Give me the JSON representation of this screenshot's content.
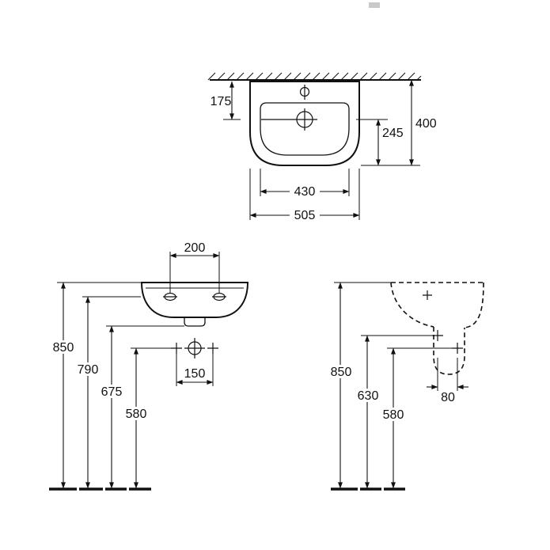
{
  "drawing": {
    "top_view": {
      "dim_505": "505",
      "dim_430": "430",
      "dim_400": "400",
      "dim_245": "245",
      "dim_175": "175"
    },
    "front_view": {
      "dim_200": "200",
      "dim_150": "150",
      "dim_850": "850",
      "dim_790": "790",
      "dim_675": "675",
      "dim_580": "580"
    },
    "side_view": {
      "dim_850": "850",
      "dim_630": "630",
      "dim_580": "580",
      "dim_80": "80"
    }
  }
}
